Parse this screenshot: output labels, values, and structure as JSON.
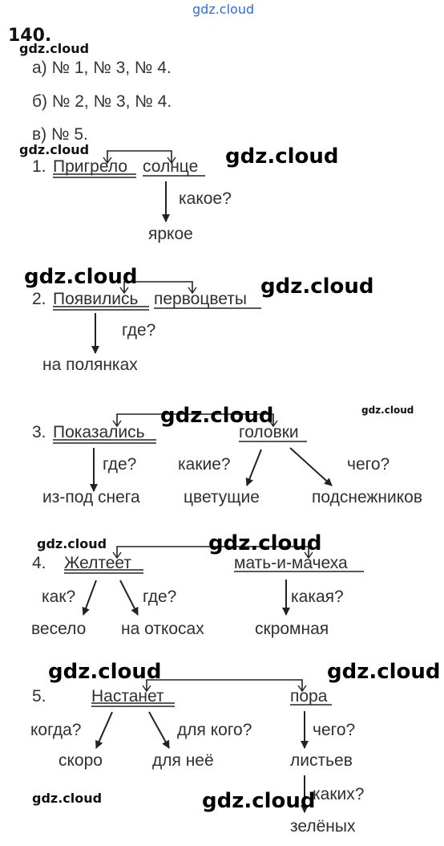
{
  "header": {
    "site": "gdz.cloud",
    "exercise_number": "140."
  },
  "watermark": "gdz.cloud",
  "answers": [
    "а) № 1, № 3, № 4.",
    "б) № 2, № 3, № 4.",
    "в) № 5."
  ],
  "sentences": [
    {
      "num": "1.",
      "subject": "солнце",
      "predicate": "Пригрело",
      "questions": [
        "какое?"
      ],
      "words": [
        "яркое"
      ]
    },
    {
      "num": "2.",
      "subject": "первоцветы",
      "predicate": "Появились",
      "questions": [
        "где?"
      ],
      "words": [
        "на полянках"
      ]
    },
    {
      "num": "3.",
      "subject": "головки",
      "predicate": "Показались",
      "questions": [
        "где?",
        "какие?",
        "чего?"
      ],
      "words": [
        "из-под снега",
        "цветущие",
        "подснежников"
      ]
    },
    {
      "num": "4.",
      "subject": "мать-и-мачеха",
      "predicate": "Желтеет",
      "questions": [
        "как?",
        "где?",
        "какая?"
      ],
      "words": [
        "весело",
        "на откосах",
        "скромная"
      ]
    },
    {
      "num": "5.",
      "subject": "пора",
      "predicate": "Настанет",
      "questions": [
        "когда?",
        "для кого?",
        "чего?",
        "каких?"
      ],
      "words": [
        "скоро",
        "для неё",
        "листьев",
        "зелёных"
      ]
    }
  ]
}
